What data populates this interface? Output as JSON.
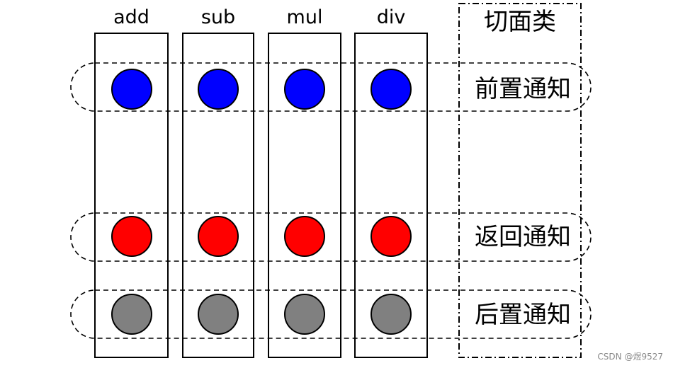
{
  "methods": [
    {
      "label": "add"
    },
    {
      "label": "sub"
    },
    {
      "label": "mul"
    },
    {
      "label": "div"
    }
  ],
  "aspect_title": "切面类",
  "advice_rows": [
    {
      "label": "前置通知",
      "color": "#0000ff"
    },
    {
      "label": "返回通知",
      "color": "#ff0000"
    },
    {
      "label": "后置通知",
      "color": "#808080"
    }
  ],
  "watermark": "CSDN @煜9527"
}
